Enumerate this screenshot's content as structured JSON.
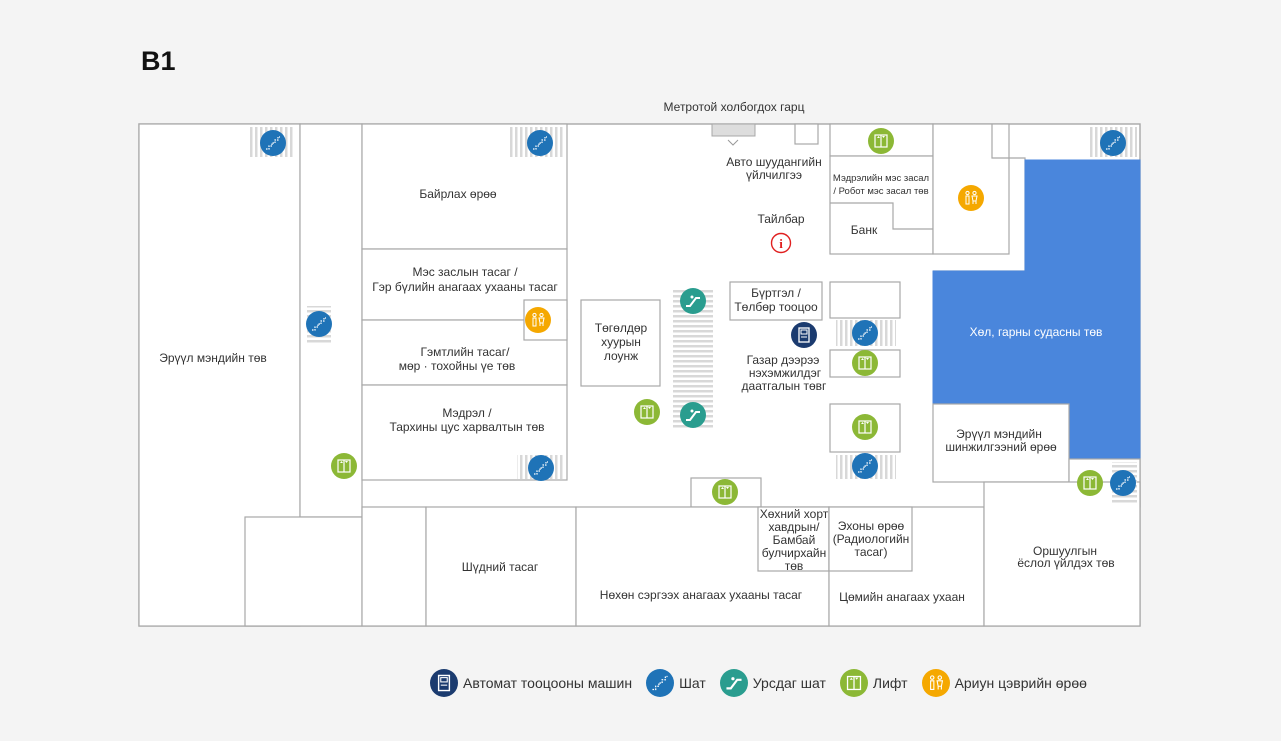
{
  "floor": "B1",
  "map": {
    "metro_exit": "Метротой холбогдох гарц",
    "rooms": {
      "health_center": "Эрүүл мэндийн төв",
      "dressing_room": "Байрлах өрөө",
      "surgery_1": "Мэс заслын тасаг /",
      "surgery_2": "Гэр бүлийн анагаах ухааны тасаг",
      "trauma_1": "Гэмтлийн тасаг/",
      "trauma_2": "мөр · тохойны үе төв",
      "neuro_1": "Мэдрэл /",
      "neuro_2": "Тархины цус харвалтын төв",
      "lounge_1": "Төгөлдөр",
      "lounge_2": "хуурын",
      "lounge_3": "лоунж",
      "auto_1": "Авто шуудангийн",
      "auto_2": "үйлчилгээ",
      "info": "Тайлбар",
      "nerve_1": "Мэдрэлийн мэс засал",
      "nerve_2": "/ Робот мэс засал төв",
      "bank": "Банк",
      "reg_1": "Бүртгэл /",
      "reg_2": "Төлбөр тооцоо",
      "ground_1": "Газар дээрээ",
      "ground_2": "нэхэмжилдэг",
      "ground_3": "даатгалын төвг",
      "ent_center": "Хөл, гарны судасны төв",
      "checkup_1": "Эрүүл мэндийн",
      "checkup_2": "шинжилгээний өрөө",
      "dental": "Шүдний тасаг",
      "rehab": "Нөхөн сэргээх анагаах ухааны тасаг",
      "tumor_1": "Хөхний хорт",
      "tumor_2": "хавдрын/",
      "tumor_3": "Бамбай",
      "tumor_4": "булчирхайн",
      "tumor_5": "төв",
      "radio_1": "Эхоны өрөө",
      "radio_2": "(Радиологийн",
      "radio_3": "тасаг)",
      "oriental": "Цөмийн анагаах ухаан",
      "radiation_1": "Оршуулгын",
      "radiation_2": "ёслол үйлдэх төв"
    }
  },
  "legend": [
    {
      "icon": "payment-machine-icon",
      "label": "Автомат тооцооны машин",
      "color": "#1b3b6f"
    },
    {
      "icon": "stairs-icon",
      "label": "Шат",
      "color": "#1f73b7"
    },
    {
      "icon": "escalator-icon",
      "label": "Урсдаг шат",
      "color": "#2a9d8f"
    },
    {
      "icon": "elevator-icon",
      "label": "Лифт",
      "color": "#8cb836"
    },
    {
      "icon": "restroom-icon",
      "label": "Ариун цэврийн өрөө",
      "color": "#f5a800"
    }
  ],
  "colors": {
    "highlight_room": "#4a86dc",
    "stairs": "#1f73b7",
    "escalator": "#2a9d8f",
    "elevator": "#8cb836",
    "restroom": "#f5a800",
    "payment": "#1b3b6f",
    "info": "#e02020"
  }
}
